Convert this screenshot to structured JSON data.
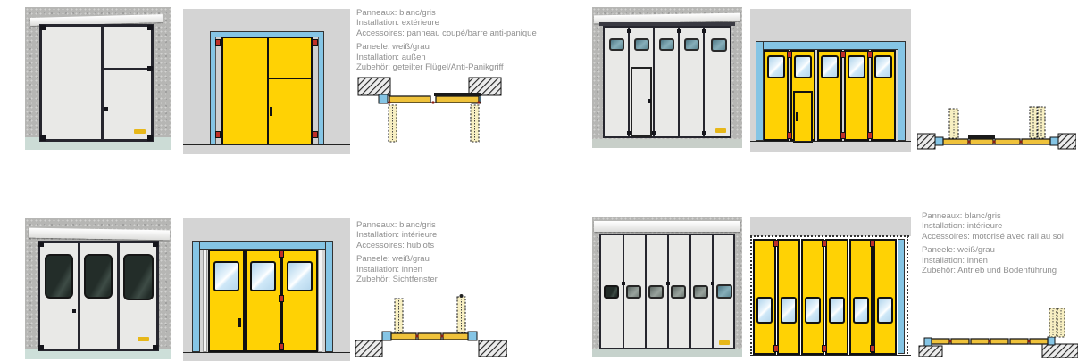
{
  "colors": {
    "panel_yellow": "#FFD204",
    "frame_blue": "#85C5E5",
    "hinge_red": "#C03028",
    "window_blue": "#C8E3F4",
    "schem_bg": "#D4D4D4",
    "text_gray": "#8F8F8F",
    "plan_bar": "#EFC23B",
    "plan_stack": "#F7EFC2"
  },
  "products": [
    {
      "name": "folding-door-2-panels-split-wicket-exterior",
      "specs": {
        "fr": [
          "Panneaux: blanc/gris",
          "Installation: extérieure",
          "Accessoires: panneau coupé/barre anti-panique"
        ],
        "de": [
          "Paneele: weiß/grau",
          "Installation: außen",
          "Zubehör: geteilter Flügel/Anti-Panikgriff"
        ]
      }
    },
    {
      "name": "folding-door-5-panels-windows-wicket",
      "specs": null
    },
    {
      "name": "folding-door-3-panels-portholes-interior",
      "specs": {
        "fr": [
          "Panneaux: blanc/gris",
          "Installation: intérieure",
          "Accessoires: hublots"
        ],
        "de": [
          "Paneele: weiß/grau",
          "Installation: innen",
          "Zubehör: Sichtfenster"
        ]
      }
    },
    {
      "name": "folding-door-6-panels-motorized-interior",
      "specs": {
        "fr": [
          "Panneaux: blanc/gris",
          "Installation: intérieure",
          "Accessoires: motorisé avec rail au sol"
        ],
        "de": [
          "Paneele: weiß/grau",
          "Installation: innen",
          "Zubehör: Antrieb und Bodenführung"
        ]
      }
    }
  ]
}
